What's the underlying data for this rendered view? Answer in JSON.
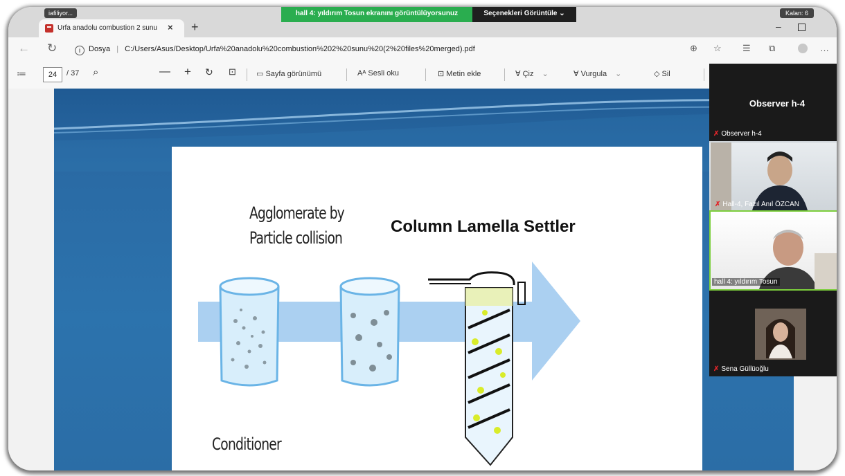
{
  "zoom": {
    "top_left_label": "iafiliyor...",
    "sharing_banner": "hall 4: yıldırım Tosun ekranını görüntülüyorsunuz",
    "view_options": "Seçenekleri Görüntüle ⌄",
    "top_right_label": "Kalan: 6"
  },
  "browser": {
    "tab_title": "Urfa anadolu combustion 2 sunu",
    "url_prefix": "Dosya",
    "url": "C:/Users/Asus/Desktop/Urfa%20anadolu%20combustion%202%20sunu%20(2%20files%20merged).pdf"
  },
  "pdf_toolbar": {
    "page_current": "24",
    "page_total": "/ 37",
    "page_view": "Sayfa görünümü",
    "read_aloud": "Sesli oku",
    "add_text": "Metin ekle",
    "draw": "Çiz",
    "highlight": "Vurgula",
    "erase": "Sil"
  },
  "slide": {
    "agglomerate_line1": "Agglomerate by",
    "agglomerate_line2": "Particle collision",
    "settler_title": "Column Lamella Settler",
    "conditioner": "Conditioner"
  },
  "participants": {
    "self_title": "Observer h-4",
    "list": [
      {
        "name": "Observer h-4",
        "muted": true
      },
      {
        "name": "Hall-4, Fazıl Anıl ÖZCAN",
        "muted": true
      },
      {
        "name": "hall 4: yıldırım Tosun",
        "muted": false
      },
      {
        "name": "Sena Güllüoğlu",
        "muted": true
      }
    ],
    "speaking_color": "#7ccf3c"
  },
  "colors": {
    "slide_blue": "#2c6aa3",
    "arrow_blue": "#9cc8ee",
    "zoom_green": "#2aad4f",
    "beaker_blue": "#b3dbf5"
  }
}
